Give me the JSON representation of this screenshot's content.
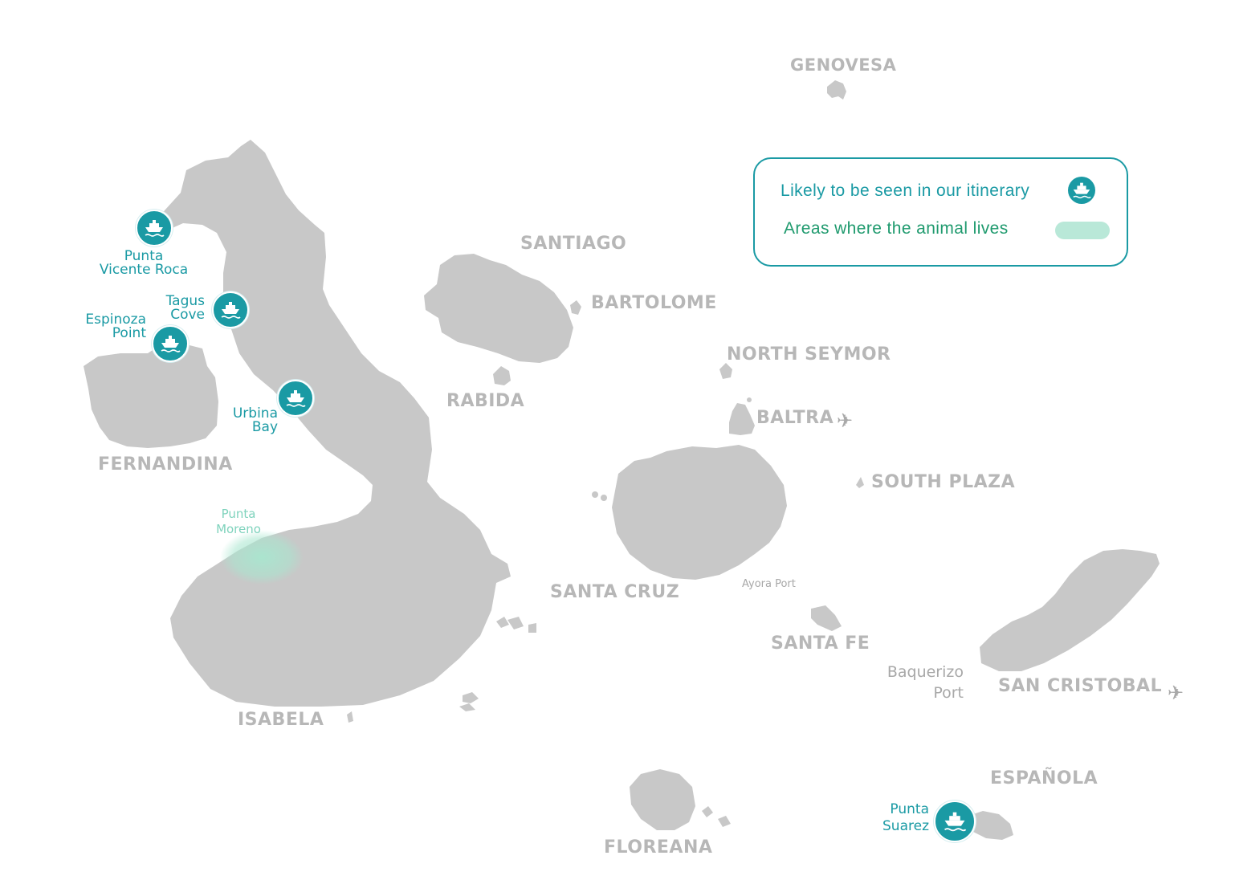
{
  "islands": {
    "genovesa": "GENOVESA",
    "santiago": "SANTIAGO",
    "bartolome": "BARTOLOME",
    "north_seymor": "NORTH SEYMOR",
    "rabida": "RABIDA",
    "baltra": "BALTRA",
    "fernandina": "FERNANDINA",
    "south_plaza": "SOUTH PLAZA",
    "santa_cruz": "SANTA CRUZ",
    "santa_fe": "SANTA FE",
    "san_cristobal": "SAN CRISTOBAL",
    "isabela": "ISABELA",
    "espanola": "ESPAÑOLA",
    "floreana": "FLOREANA"
  },
  "sites": {
    "punta_vicente_roca": "Punta\nVicente Roca",
    "tagus_cove": "Tagus\nCove",
    "espinoza_point": "Espinoza\nPoint",
    "urbina_bay": "Urbina\nBay",
    "punta_suarez": "Punta\nSuarez"
  },
  "areas": {
    "punta_moreno": "Punta\nMoreno"
  },
  "ports": {
    "ayora_port": "Ayora Port",
    "baquerizo_port": "Baquerizo\nPort"
  },
  "legend": {
    "itinerary_label": "Likely to be seen in our itinerary",
    "itinerary_icon": "ship-icon",
    "area_label": "Areas where the animal lives",
    "area_color": "#b9e8d8"
  },
  "icons": {
    "site_marker": "ship-icon",
    "airport": "airplane-icon"
  },
  "colors": {
    "island_fill": "#c8c8c8",
    "site_marker": "#1a9aa4",
    "habitat": "#a9e6cf",
    "island_label": "#b7b7b7"
  }
}
